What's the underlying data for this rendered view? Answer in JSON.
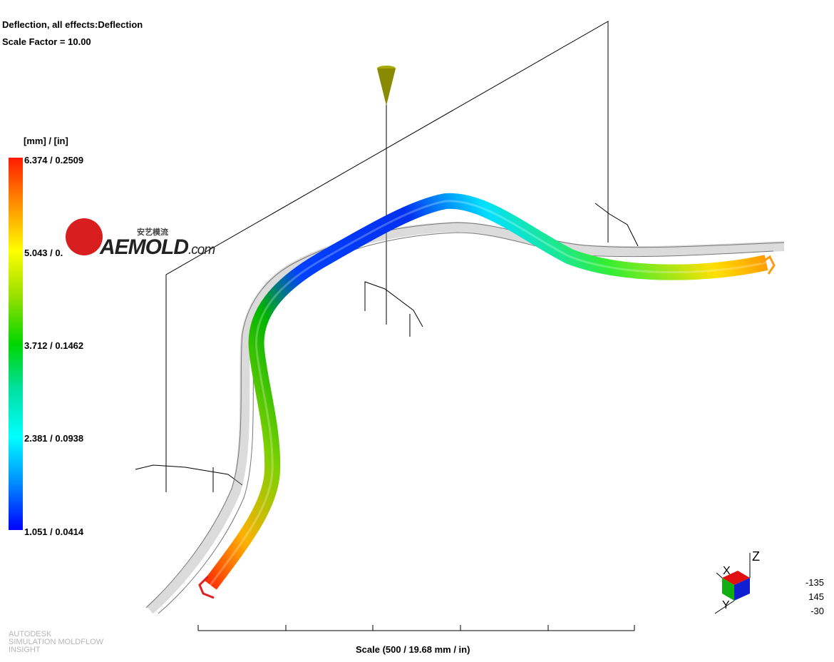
{
  "header": {
    "title": "Deflection, all effects:Deflection",
    "scale_factor": "Scale Factor = 10.00"
  },
  "legend": {
    "units": "[mm] / [in]",
    "labels": [
      "6.374 / 0.2509",
      "5.043 / 0.",
      "3.712 / 0.1462",
      "2.381 /  0.0938",
      "1.051 /  0.0414"
    ],
    "colors": [
      "#ff0000",
      "#ffff00",
      "#00cc00",
      "#00ffff",
      "#0000ff"
    ]
  },
  "watermark": {
    "brand": "AEMOLD",
    "domain": ".com",
    "chinese": "安艺模流"
  },
  "branding": {
    "line1": "AUTODESK",
    "line2": "SIMULATION MOLDFLOW",
    "line3": "INSIGHT"
  },
  "scale_bar": {
    "label": "Scale (500 / 19.68 mm / in)"
  },
  "orientation": {
    "axes": [
      "Z",
      "X",
      "Y"
    ],
    "rotation": [
      "-135",
      "145",
      "-30"
    ]
  }
}
